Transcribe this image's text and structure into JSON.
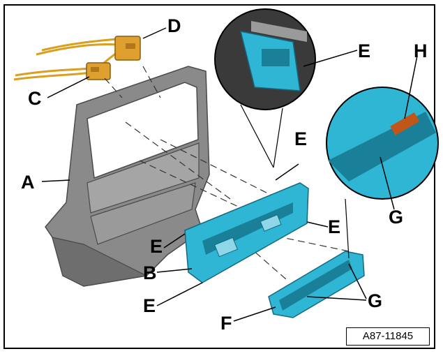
{
  "diagram": {
    "labels": {
      "A": "A",
      "B": "B",
      "C": "C",
      "D": "D",
      "E": "E",
      "F": "F",
      "G": "G",
      "H": "H"
    },
    "reference": "A87-11845",
    "colors": {
      "trim_panel": "#8a8a8a",
      "trim_panel_dark": "#5e5e5e",
      "control_unit": "#2fb6d4",
      "control_unit_dark": "#1a7f99",
      "connector": "#e0a030",
      "wire": "#d9a020",
      "detail_circle": "#3a3a3a"
    }
  }
}
